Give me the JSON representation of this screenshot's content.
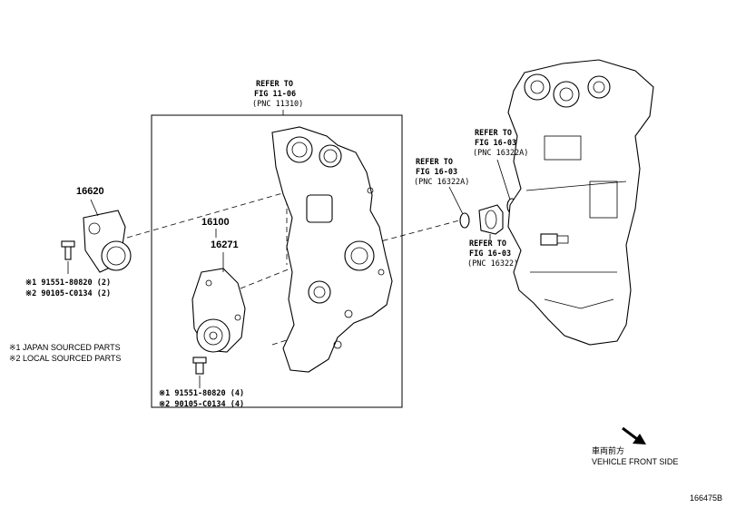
{
  "refs": {
    "timing_cover": {
      "l1": "REFER TO",
      "l2": "FIG 11-06",
      "l3": "(PNC 11310)"
    },
    "left_16322a": {
      "l1": "REFER TO",
      "l2": "FIG 16-03",
      "l3": "(PNC 16322A)"
    },
    "right_16322a": {
      "l1": "REFER TO",
      "l2": "FIG 16-03",
      "l3": "(PNC 16322A)"
    },
    "pnc_16322": {
      "l1": "REFER TO",
      "l2": "FIG 16-03",
      "l3": "(PNC 16322)"
    }
  },
  "part_numbers": {
    "tensioner": "16620",
    "water_pump_assy": "16100",
    "water_pump": "16271"
  },
  "bolts": {
    "tensioner_1": "※1 91551-80820 (2)",
    "tensioner_2": "※2 90105-C0134 (2)",
    "pump_1": "※1 91551-80820 (4)",
    "pump_2": "※2 90105-C0134 (4)"
  },
  "legend": {
    "item1": "※1 JAPAN SOURCED PARTS",
    "item2": "※2 LOCAL SOURCED PARTS"
  },
  "direction": {
    "jp": "車両前方",
    "en": "VEHICLE FRONT SIDE"
  },
  "figure_id": "166475B"
}
